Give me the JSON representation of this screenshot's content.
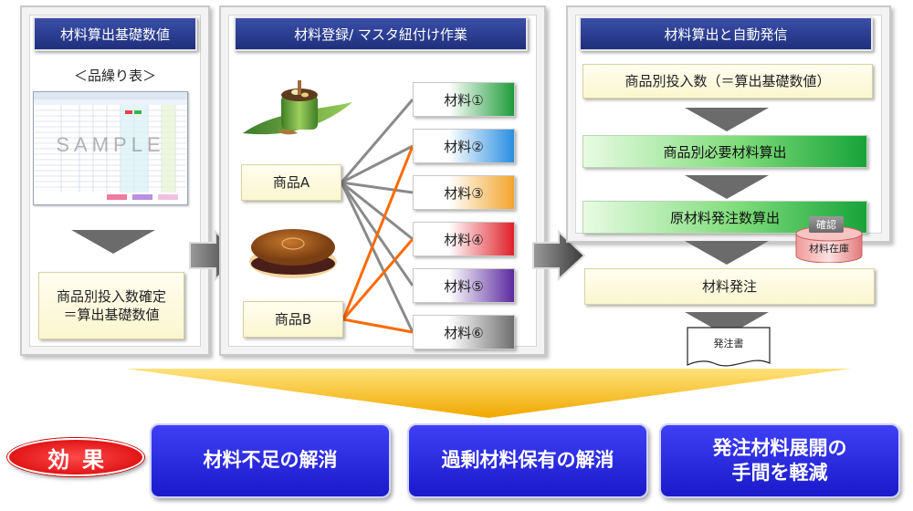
{
  "panels": {
    "left": {
      "title": "材料算出基礎数値",
      "subtitle": "＜品繰り表＞",
      "sheet_watermark": "SAMPLE",
      "result": [
        "商品別投入数確定",
        "＝算出基礎数値"
      ]
    },
    "middle": {
      "title": "材料登録/ マスタ紐付け作業",
      "products": [
        "商品A",
        "商品B"
      ],
      "materials": [
        "材料①",
        "材料②",
        "材料③",
        "材料④",
        "材料⑤",
        "材料⑥"
      ],
      "material_colors": [
        "#1e9c3a",
        "#2a8fe0",
        "#f2a42b",
        "#e0202a",
        "#5b2a9e",
        "#6f6f6f"
      ],
      "product_a_links": [
        0,
        1,
        2,
        3,
        4,
        5
      ],
      "product_b_links": [
        1,
        3,
        5
      ],
      "product_a_line_color": "#8a8a8a",
      "product_b_line_color": "#ff6a00"
    },
    "right": {
      "title": "材料算出と自動発信",
      "steps": [
        "商品別投入数（＝算出基礎数値）",
        "商品別必要材料算出",
        "原材料発注数算出",
        "材料発注"
      ],
      "badge": "確認",
      "stock_label": "材料在庫",
      "document_label": "発注書"
    }
  },
  "effects": {
    "label": "効果",
    "items": [
      "材料不足の解消",
      "過剰材料保有の解消",
      "発注材料展開の\n手間を軽減"
    ]
  },
  "colors": {
    "title_bar": "#22338a",
    "effect_box": "#2323dd",
    "effect_label": "#e00000",
    "funnel": "#f5b400"
  }
}
